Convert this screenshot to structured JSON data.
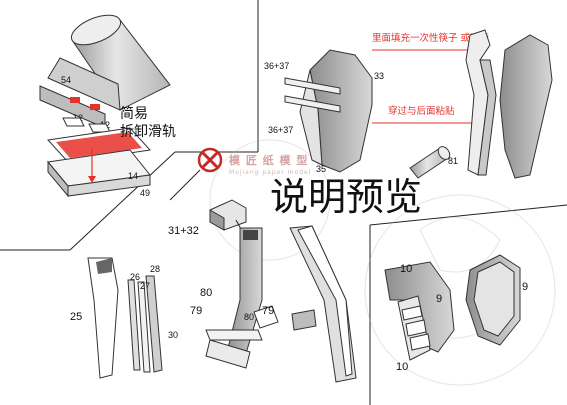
{
  "title": "说明预览",
  "watermark": {
    "brand": "模 匠 纸 模 型",
    "sub": "Mojiang paper model"
  },
  "panels": {
    "rail": {
      "caption_line1": "简易",
      "caption_line2": "拆卸滑轨",
      "labels": [
        "54",
        "12",
        "12",
        "14",
        "49"
      ]
    },
    "handle": {
      "note_fill": "里面填充一次性筷子 或吸管",
      "note_through": "穿过与后面粘贴",
      "labels": [
        "36+37",
        "36+37",
        "33",
        "35",
        "81"
      ]
    },
    "strips": {
      "labels": [
        "26",
        "27",
        "28",
        "25",
        "30"
      ]
    },
    "assembly": {
      "labels": [
        "31+32",
        "80",
        "79",
        "79",
        "80"
      ]
    },
    "blocks": {
      "labels": [
        "10",
        "9",
        "10",
        "9"
      ]
    }
  },
  "colors": {
    "accent_red": "#e8302a",
    "line": "#222222",
    "shade": "#d9d9d9"
  }
}
